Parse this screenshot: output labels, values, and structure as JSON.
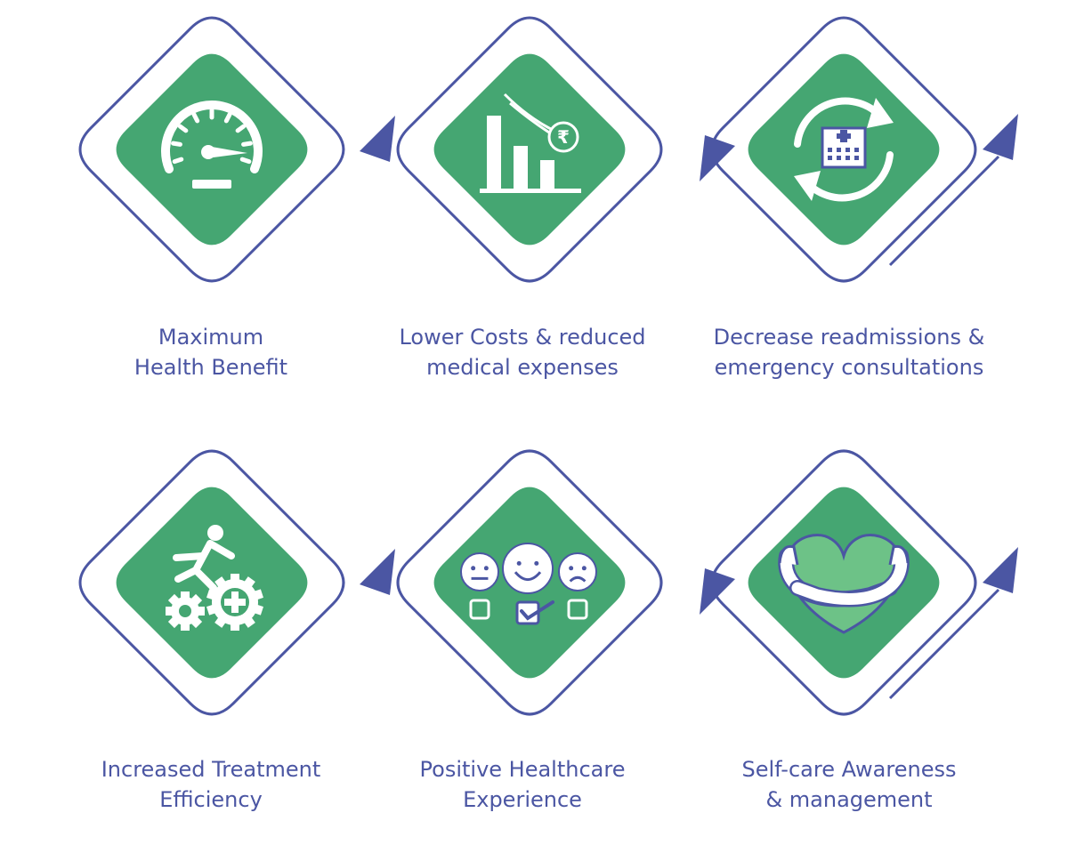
{
  "colors": {
    "outline": "#4b56a3",
    "tile": "#45a672",
    "tile_light": "#6dc287",
    "icon": "#ffffff",
    "text": "#4b56a3"
  },
  "rows": [
    {
      "items": [
        {
          "icon": "speedometer-icon",
          "caption": [
            "Maximum",
            "Health Benefit"
          ]
        },
        {
          "icon": "declining-cost-chart-icon",
          "symbol": "₹",
          "caption": [
            "Lower Costs & reduced",
            "medical expenses"
          ]
        },
        {
          "icon": "hospital-cycle-icon",
          "caption": [
            "Decrease readmissions &",
            "emergency consultations"
          ]
        }
      ]
    },
    {
      "items": [
        {
          "icon": "running-person-gears-icon",
          "caption": [
            "Increased Treatment",
            "Efficiency"
          ]
        },
        {
          "icon": "feedback-faces-icon",
          "caption": [
            "Positive Healthcare",
            "Experience"
          ]
        },
        {
          "icon": "self-hug-heart-icon",
          "caption": [
            "Self-care Awareness",
            "& management"
          ]
        }
      ]
    }
  ]
}
